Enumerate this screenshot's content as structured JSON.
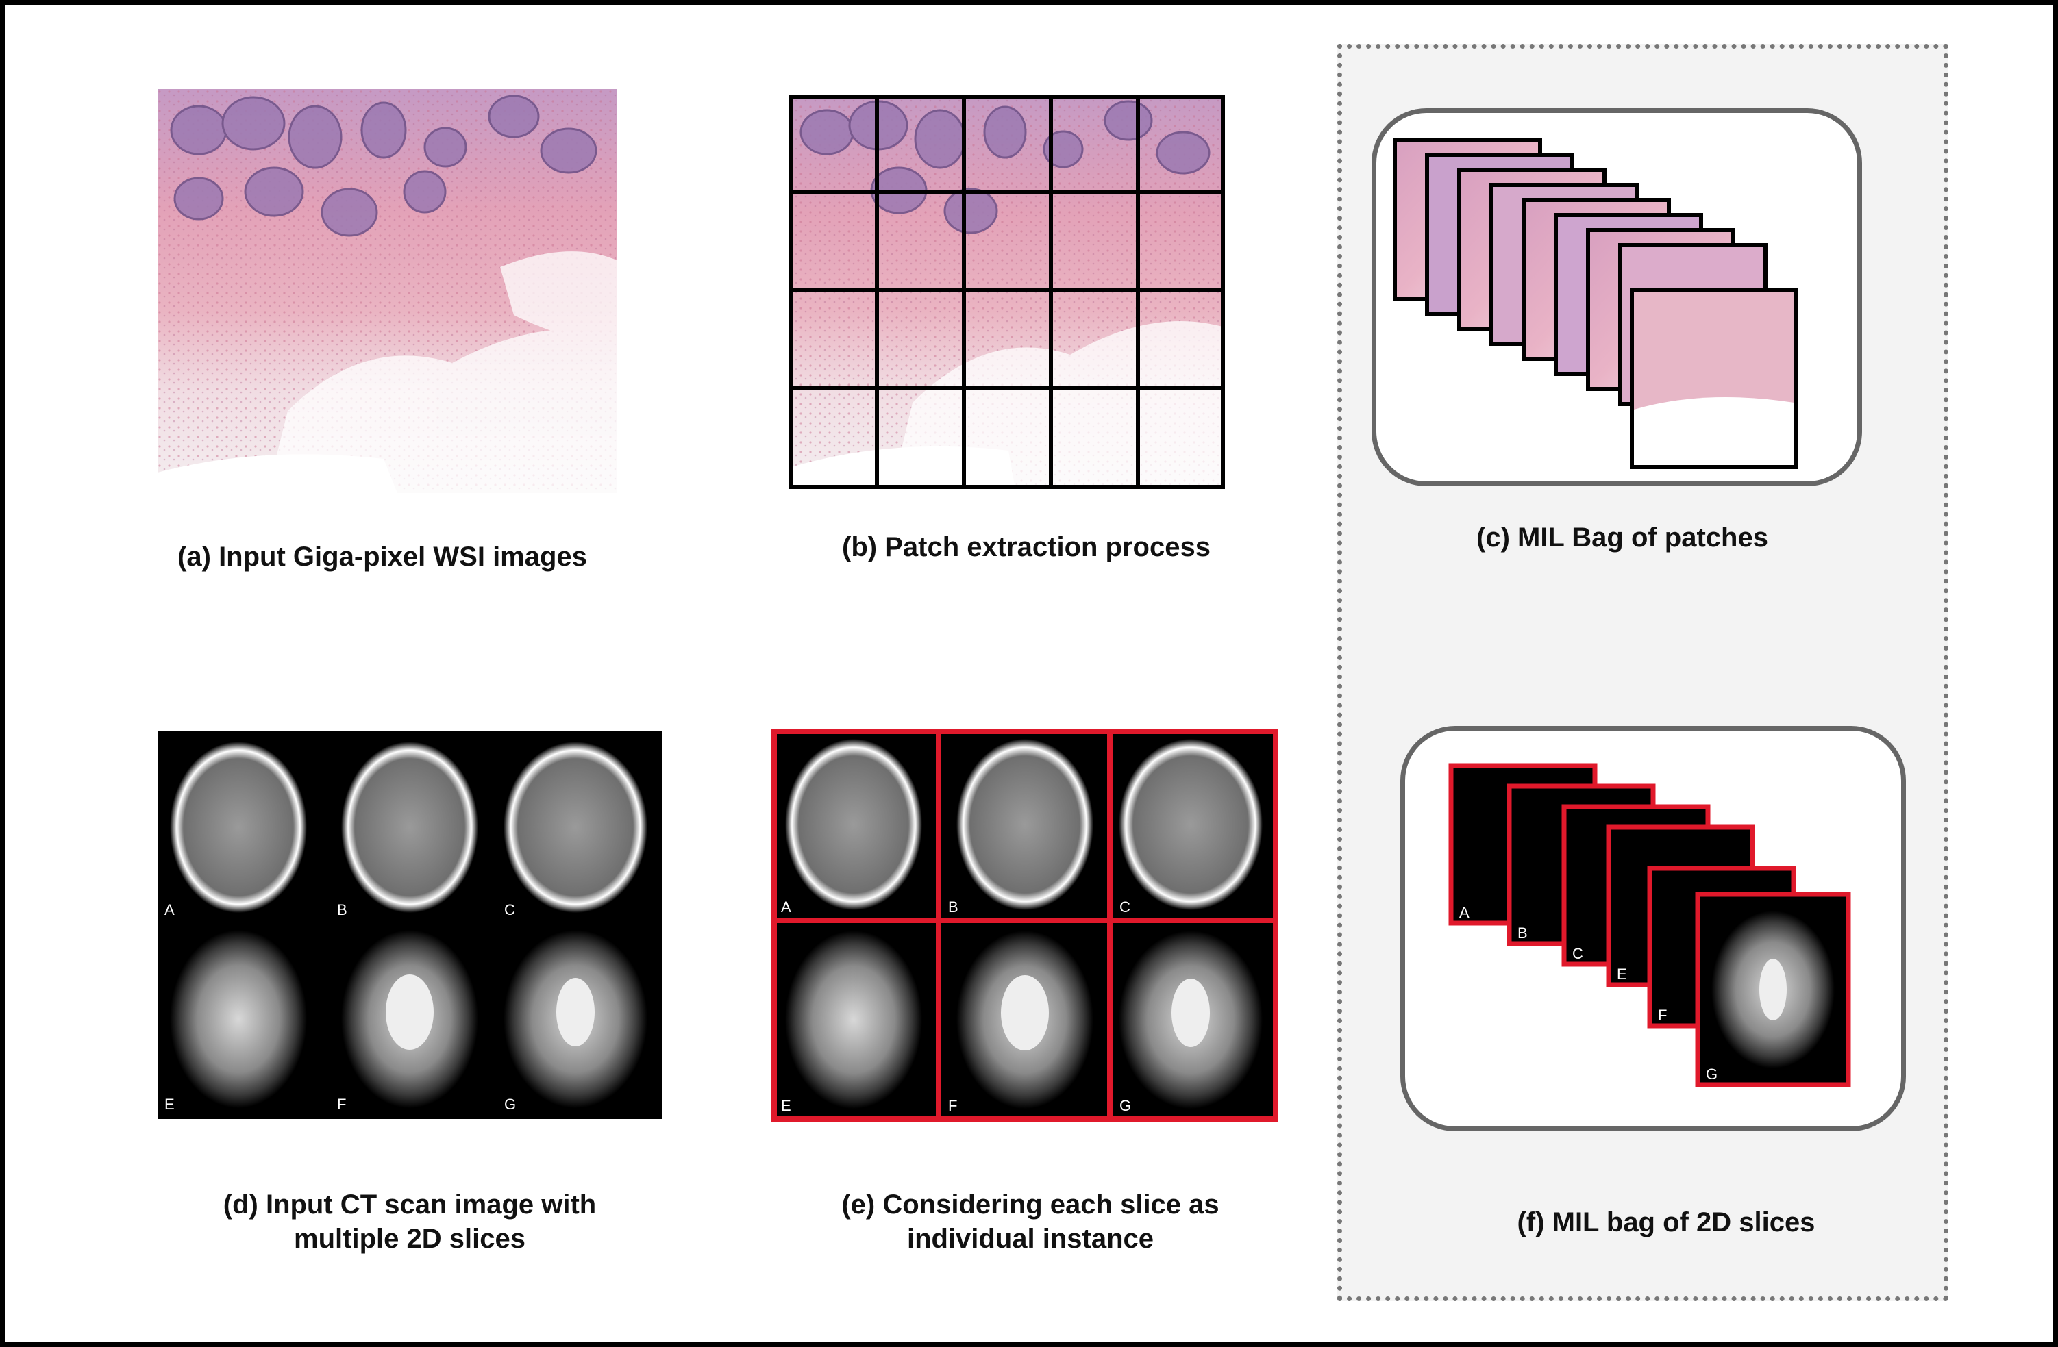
{
  "captions": {
    "a": "(a) Input Giga-pixel  WSI images",
    "b": "(b) Patch extraction process",
    "c": "(c) MIL Bag of patches",
    "d_line1": "(d) Input CT scan image with",
    "d_line2": "multiple 2D slices",
    "e_line1": "(e) Considering each slice as",
    "e_line2": "individual instance",
    "f": "(f) MIL bag of 2D slices"
  },
  "slice_labels": {
    "ct_row": [
      "A",
      "B",
      "C"
    ],
    "mri_row": [
      "E",
      "F",
      "G"
    ],
    "bag_stack": [
      "A",
      "B",
      "C",
      "E",
      "F",
      "G"
    ]
  },
  "colors": {
    "tissue_pink": "#e7a6b9",
    "tissue_purple": "#8f6aa0",
    "instance_border": "#e0192b",
    "bag_border": "#666666"
  }
}
